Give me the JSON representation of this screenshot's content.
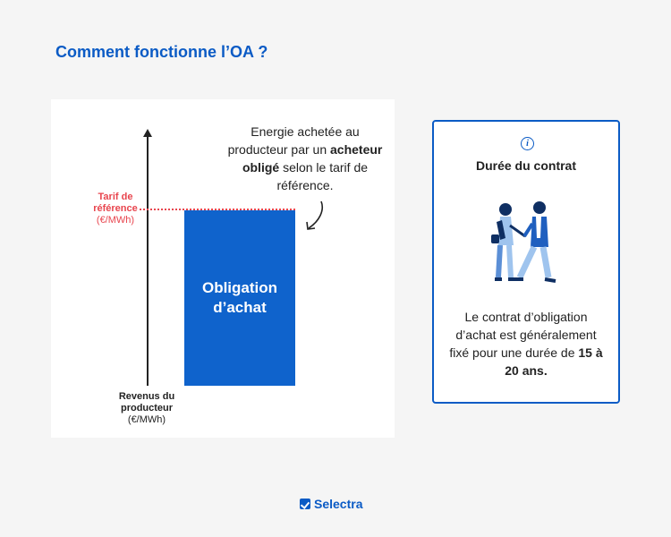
{
  "title": "Comment fonctionne l’OA ?",
  "chart_data": {
    "type": "bar",
    "ylabel": {
      "name": "Revenus du producteur",
      "unit": "(€/MWh)"
    },
    "reference": {
      "name": "Tarif de référence",
      "unit": "(€/MWh)"
    },
    "bar_label": [
      "Obligation",
      "d’achat"
    ],
    "annotation": {
      "before": "Energie achetée au producteur par un ",
      "bold": "acheteur obligé",
      "after": " selon le tarif de référence."
    }
  },
  "card": {
    "title": "Durée du contrat",
    "text_before": "Le contrat d’obligation d’achat est généralement fixé pour une durée de ",
    "text_bold": "15 à 20 ans.",
    "icon": "info-icon",
    "illustration": "handshake-illustration"
  },
  "brand": {
    "name": "Selectra",
    "icon": "selectra-check-icon"
  },
  "colors": {
    "accent": "#0b5bc5",
    "bar": "#0f63cc",
    "reference": "#e8454e"
  }
}
